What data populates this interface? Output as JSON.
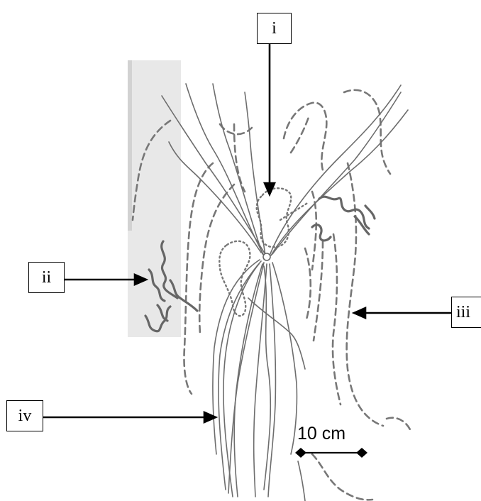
{
  "labels": {
    "i": "i",
    "ii": "ii",
    "iii": "iii",
    "iv": "iv"
  },
  "scale_bar": {
    "text": "10 cm"
  },
  "colors": {
    "background": "#ffffff",
    "paper_shadow": "#e6e6e6",
    "line": "#6f6f6f",
    "arrow": "#000000"
  }
}
